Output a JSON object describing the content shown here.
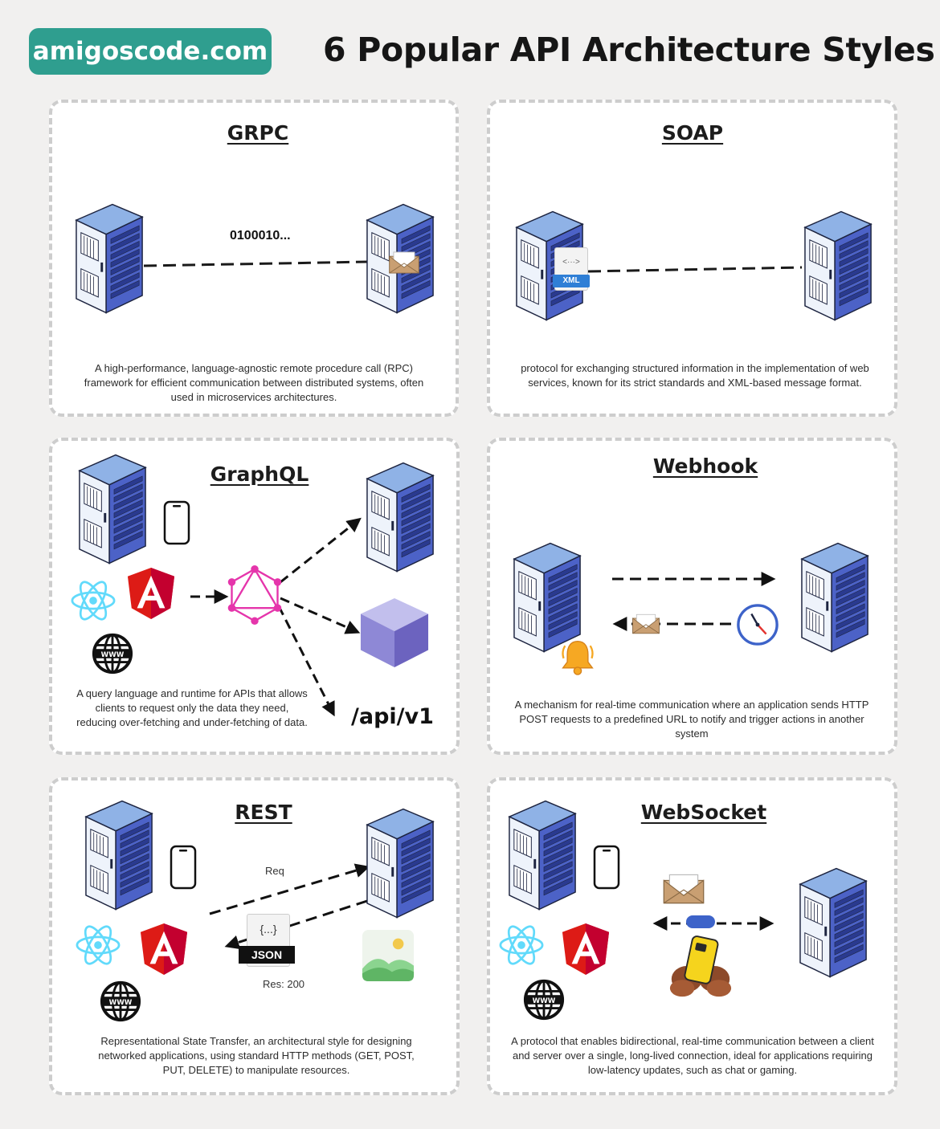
{
  "header": {
    "brand": "amigoscode.com",
    "title": "6  Popular API Architecture Styles"
  },
  "colors": {
    "brand": "#2f9e8f",
    "server_front": "#eef3fb",
    "server_side": "#4c62c7",
    "server_top": "#8fb2e6",
    "graphql": "#e535ab",
    "angular": "#dd1b16",
    "react": "#61dafb",
    "panel_border": "#cdcdcd"
  },
  "panels": {
    "grpc": {
      "title": "GRPC",
      "payload": "0100010...",
      "description": "A high-performance, language-agnostic remote procedure call (RPC) framework for efficient communication between distributed systems, often used in microservices architectures."
    },
    "soap": {
      "title": "SOAP",
      "badge": "XML",
      "doc_glyph": "<···>",
      "description": "protocol for exchanging structured information in the implementation of web services, known for its strict standards and XML-based message format."
    },
    "graphql": {
      "title": "GraphQL",
      "endpoint": "/api/v1",
      "description": "A query language and runtime for APIs that allows clients to request only the data they need, reducing over-fetching and under-fetching of data."
    },
    "webhook": {
      "title": "Webhook",
      "description": "A mechanism for real-time communication where an application sends HTTP POST requests to a predefined URL to notify and trigger actions in another system"
    },
    "rest": {
      "title": "REST",
      "request_label": "Req",
      "response_label": "Res: 200",
      "json_label": "JSON",
      "json_glyph": "{...}",
      "description": "Representational State Transfer, an architectural style for designing networked applications, using standard HTTP methods (GET, POST, PUT, DELETE) to manipulate resources."
    },
    "websocket": {
      "title": "WebSocket",
      "description": "A protocol that enables bidirectional, real-time communication between a client and server over a single, long-lived connection, ideal for applications requiring low-latency updates, such as chat or gaming."
    }
  }
}
